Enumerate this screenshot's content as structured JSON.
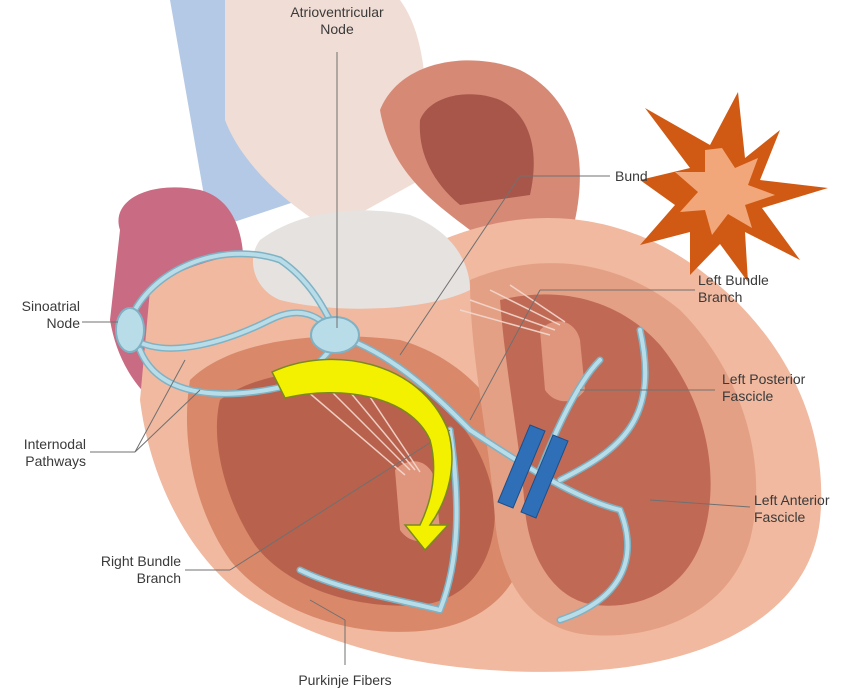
{
  "labels": {
    "atrioventricular_node": "Atrioventricular\nNode",
    "bundle_of_his": "Bund",
    "sinoatrial_node": "Sinoatrial\nNode",
    "left_bundle_branch": "Left Bundle\nBranch",
    "left_posterior_fascicle": "Left Posterior\nFascicle",
    "internodal_pathways": "Internodal\nPathways",
    "left_anterior_fascicle": "Left Anterior\nFascicle",
    "right_bundle_branch": "Right Bundle\nBranch",
    "purkinje_fibers": "Purkinje Fibers"
  },
  "colors": {
    "heart_muscle": "#f0b9a0",
    "chamber_wall": "#d9886a",
    "chamber_interior": "#c06a55",
    "aorta": "#efd6cc",
    "vein_blue": "#8db0d6",
    "atrium_pink": "#c96b83",
    "conduction_path": "#b9dde8",
    "conduction_outline": "#7eb2c4",
    "arrow_yellow": "#f3f000",
    "arrow_outline": "#7a8a20",
    "block_blue": "#2f6fb8",
    "burst_outer": "#d05a14",
    "burst_inner": "#f2a77a",
    "leader_line": "#707070"
  },
  "icons": {
    "block_marker": "double-bar-block-icon",
    "pacemaker_burst": "starburst-icon",
    "flow_arrow": "curved-arrow-icon"
  }
}
